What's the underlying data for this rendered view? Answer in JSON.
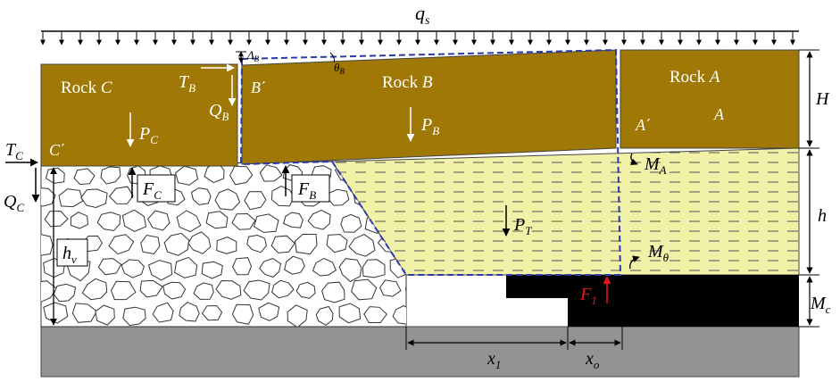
{
  "colors": {
    "rock": "#a07806",
    "coal_seam_fill": "#f1f1a8",
    "gangue": "#ffffff",
    "coal": "#000000",
    "floor": "#939393",
    "boundary_dash": "#2a3aa8",
    "force_red": "#e8141e"
  },
  "load": {
    "q": "q",
    "q_sub": "s"
  },
  "rocks": {
    "c": {
      "word": "Rock",
      "letter": "C"
    },
    "b": {
      "word": "Rock",
      "letter": "B"
    },
    "a": {
      "word": "Rock",
      "letter": "A"
    }
  },
  "labels": {
    "t_b": "T",
    "t_b_sub": "B",
    "q_b": "Q",
    "q_b_sub": "B",
    "delta_b": "Δ",
    "delta_b_sub": "B",
    "theta_b": "θ",
    "theta_b_sub": "B",
    "b_prime": "B΄",
    "a_prime": "A΄",
    "a_plain": "A",
    "c_prime": "C΄",
    "p_c": "P",
    "p_c_sub": "C",
    "p_b": "P",
    "p_b_sub": "B",
    "p_t": "P",
    "p_t_sub": "T",
    "t_c": "T",
    "t_c_sub": "C",
    "q_c": "Q",
    "q_c_sub": "C",
    "f_c": "F",
    "f_c_sub": "C",
    "f_b": "F",
    "f_b_sub": "B",
    "f_1": "F",
    "f_1_sub": "1",
    "m_a": "M",
    "m_a_sub": "A",
    "m_0": "M",
    "m_0_sub": "θ",
    "h_v": "h",
    "h_v_sub": "v",
    "h_cap": "H",
    "h_small": "h",
    "m_c": "M",
    "m_c_sub": "c",
    "x_1": "x",
    "x_1_sub": "1",
    "x_o": "x",
    "x_o_sub": "o"
  }
}
